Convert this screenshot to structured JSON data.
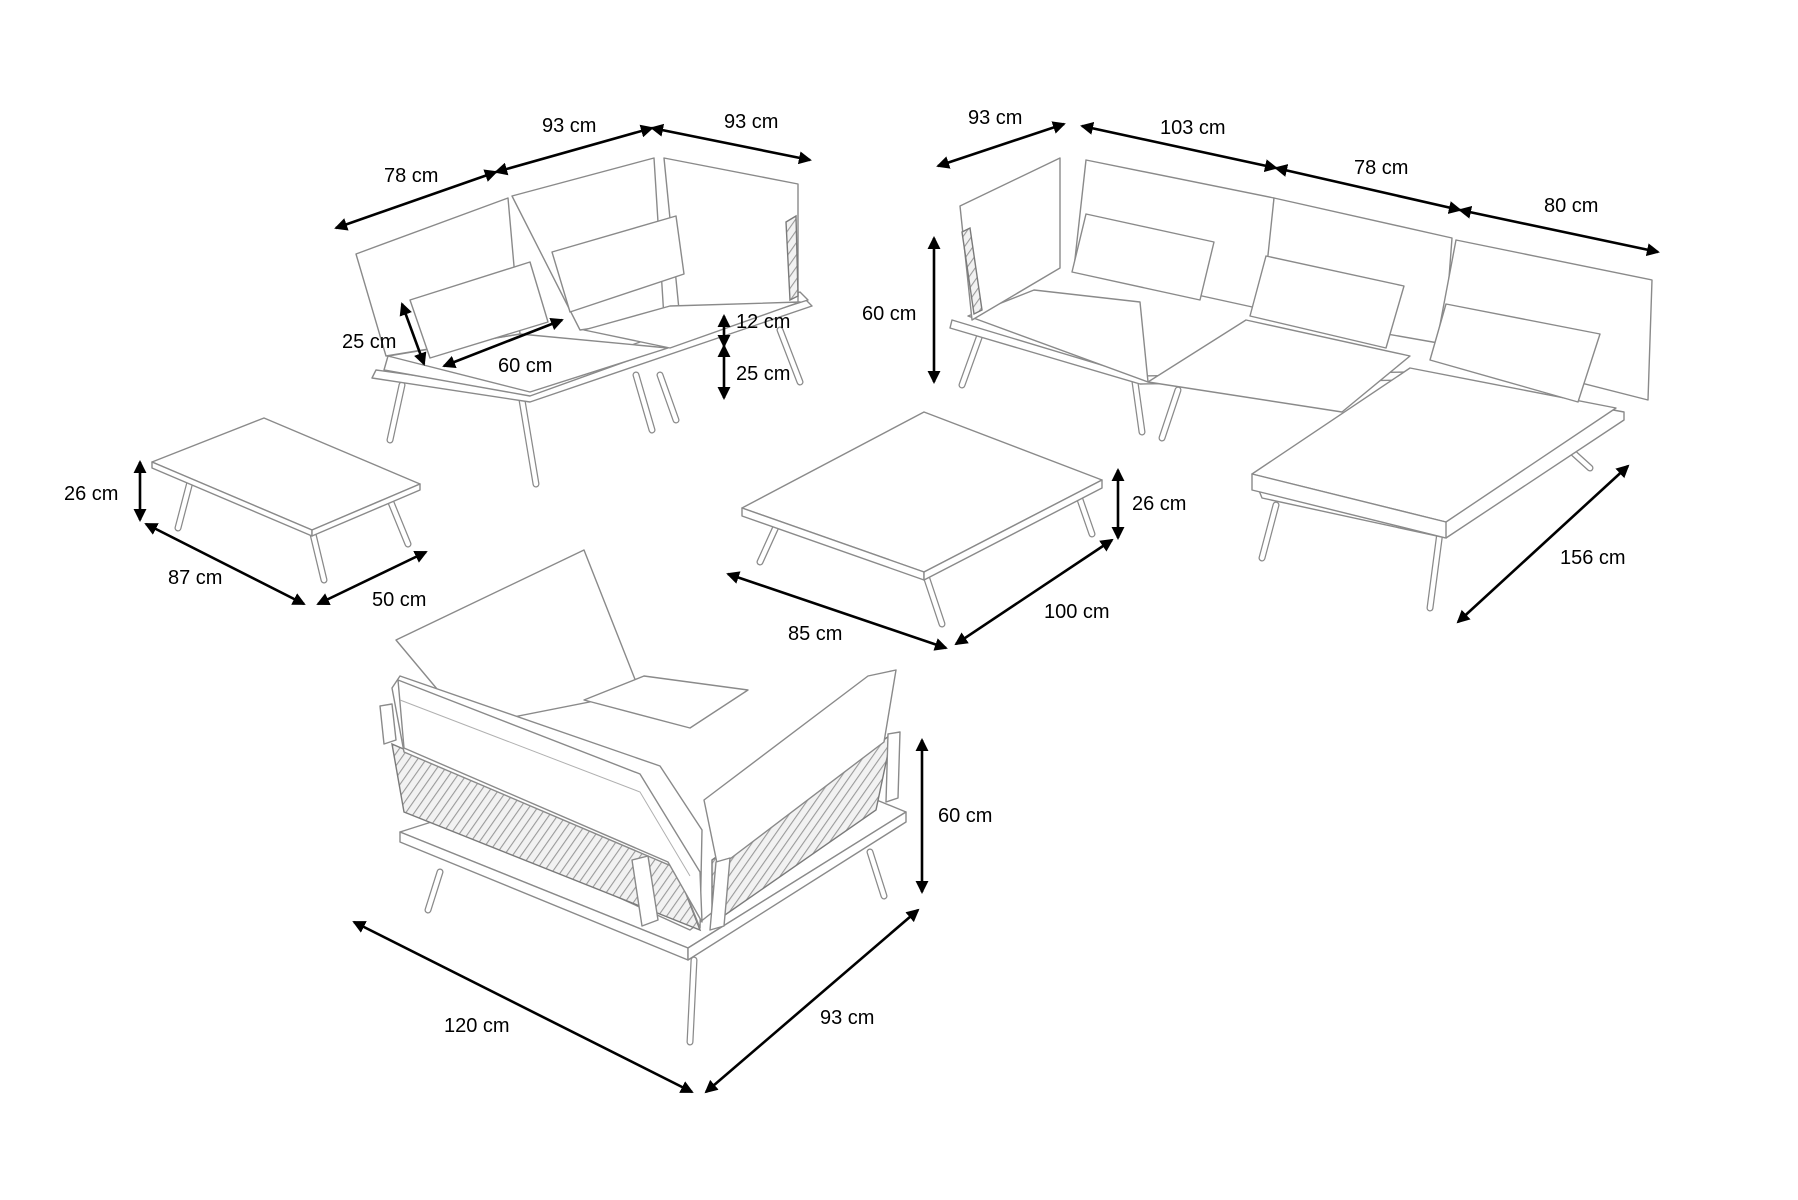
{
  "dimensions": {
    "corner_set": {
      "left_width": "78 cm",
      "middle_width": "93 cm",
      "corner_depth": "93 cm",
      "pillow_height": "25 cm",
      "pillow_length": "60 cm",
      "cushion_thickness": "12 cm",
      "seat_height": "25 cm"
    },
    "sofa_set": {
      "depth": "93 cm",
      "seat_one": "103 cm",
      "seat_two": "78 cm",
      "chaise_width": "80 cm",
      "back_height": "60 cm",
      "chaise_length": "156 cm"
    },
    "small_table": {
      "height": "26 cm",
      "length": "87 cm",
      "width": "50 cm"
    },
    "large_table": {
      "height": "26 cm",
      "length": "85 cm",
      "width": "100 cm"
    },
    "lounge_chair": {
      "height": "60 cm",
      "width": "120 cm",
      "depth": "93 cm"
    }
  }
}
